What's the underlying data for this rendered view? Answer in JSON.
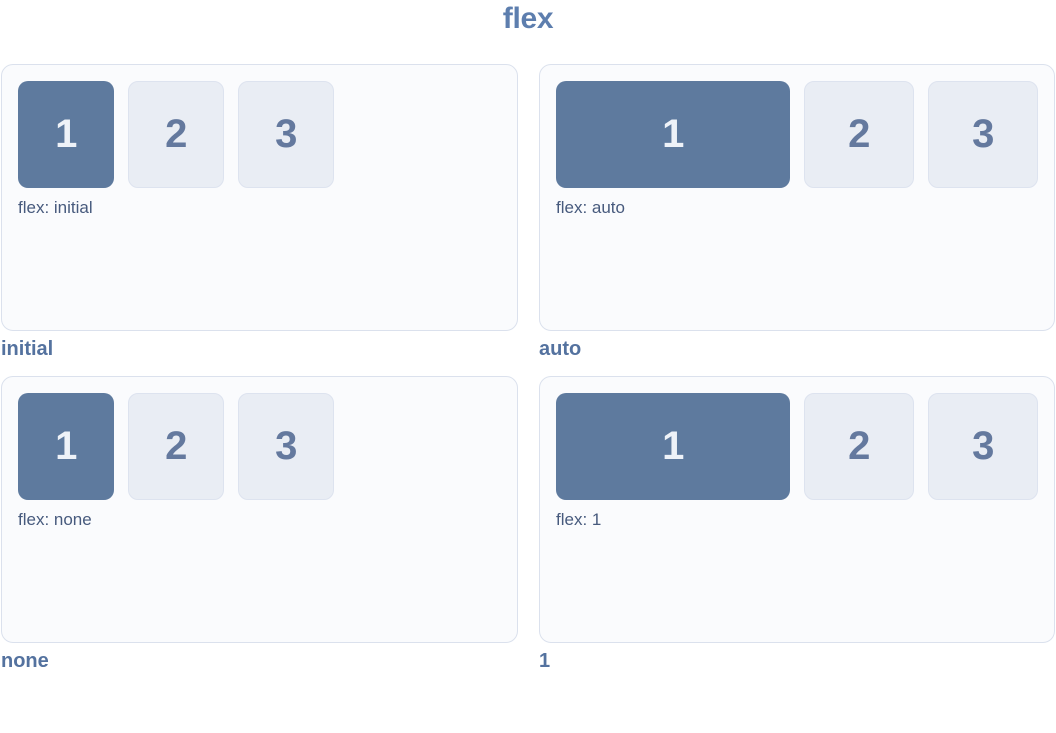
{
  "title": "flex",
  "colors": {
    "accent": "#5d7eae",
    "caption": "#54729f",
    "panel-bg": "#fafbfd",
    "panel-border": "#dbe1ed",
    "box-active": "#5e7a9e",
    "box-active-text": "#eef2f8",
    "box-bg": "#e9edf4",
    "box-border": "#dde3ef",
    "box-text": "#64799e",
    "flex-label": "#475a7d"
  },
  "panels": [
    {
      "caption": "initial",
      "flex_label": "flex: initial",
      "boxes": [
        "1",
        "2",
        "3"
      ]
    },
    {
      "caption": "auto",
      "flex_label": "flex: auto",
      "boxes": [
        "1",
        "2",
        "3"
      ]
    },
    {
      "caption": "none",
      "flex_label": "flex: none",
      "boxes": [
        "1",
        "2",
        "3"
      ]
    },
    {
      "caption": "1",
      "flex_label": "flex: 1",
      "boxes": [
        "1",
        "2",
        "3"
      ]
    }
  ]
}
